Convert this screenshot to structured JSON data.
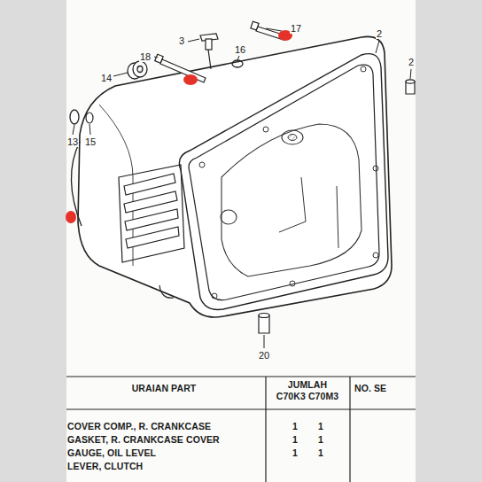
{
  "diagram": {
    "labels": [
      "3",
      "17",
      "2",
      "18",
      "16",
      "14",
      "2",
      "13",
      "15",
      "20",
      "URAIAN PART",
      "JUMLAH",
      "C70K3 C70M3",
      "NO. SE",
      "COVER COMP., R. CRANKCASE",
      "1",
      "1",
      "GASKET, R. CRANKCASE COVER",
      "1",
      "1",
      "GAUGE, OIL LEVEL",
      "1",
      "1",
      "LEVER, CLUTCH"
    ]
  }
}
